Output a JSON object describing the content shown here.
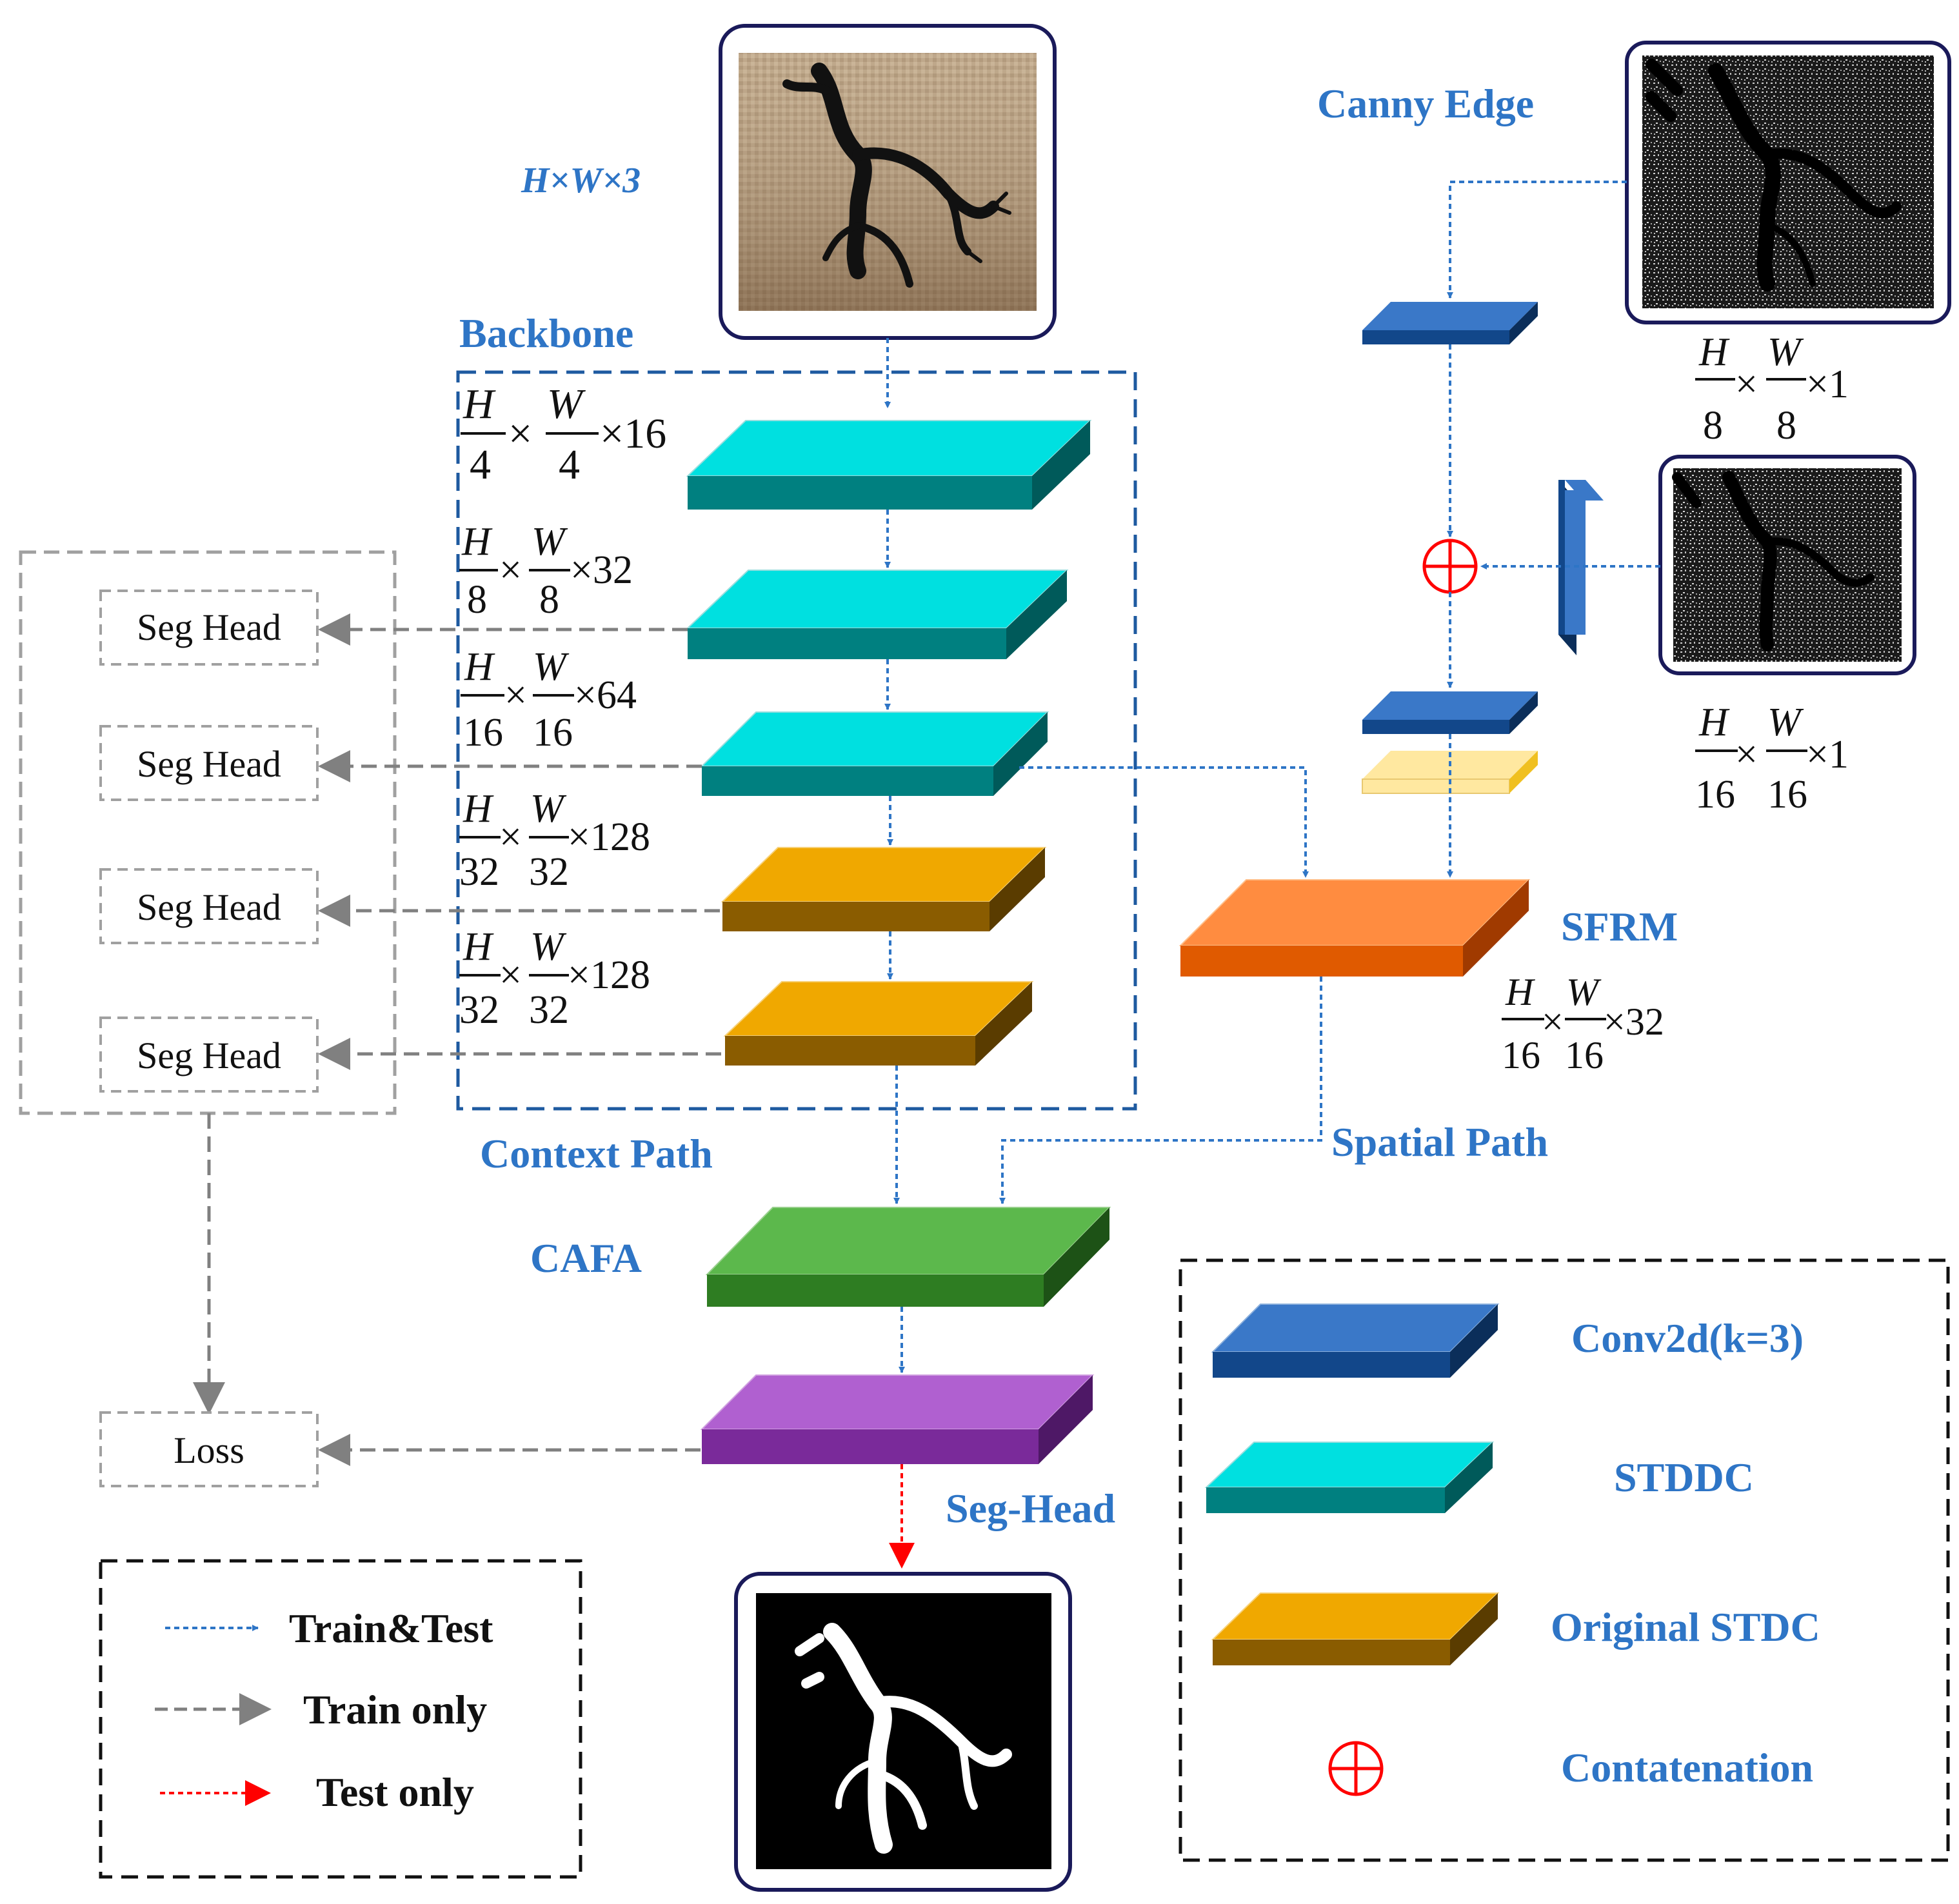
{
  "labels": {
    "input_dim": "H×W×3",
    "backbone": "Backbone",
    "canny_edge": "Canny Edge",
    "context_path": "Context Path",
    "spatial_path": "Spatial Path",
    "cafa": "CAFA",
    "seg_head_out": "Seg-Head",
    "sfrm": "SFRM"
  },
  "seg_heads": [
    "Seg Head",
    "Seg Head",
    "Seg Head",
    "Seg Head"
  ],
  "loss": "Loss",
  "stage_dims": [
    {
      "num1": "H",
      "den1": "4",
      "num2": "W",
      "den2": "4",
      "ch": "×16"
    },
    {
      "num1": "H",
      "den1": "8",
      "num2": "W",
      "den2": "8",
      "ch": "×32"
    },
    {
      "num1": "H",
      "den1": "16",
      "num2": "W",
      "den2": "16",
      "ch": "×64"
    },
    {
      "num1": "H",
      "den1": "32",
      "num2": "W",
      "den2": "32",
      "ch": "×128"
    },
    {
      "num1": "H",
      "den1": "32",
      "num2": "W",
      "den2": "32",
      "ch": "×128"
    }
  ],
  "canny_dims": [
    {
      "num1": "H",
      "den1": "8",
      "num2": "W",
      "den2": "8",
      "ch": "×1"
    },
    {
      "num1": "H",
      "den1": "16",
      "num2": "W",
      "den2": "16",
      "ch": "×1"
    }
  ],
  "sfrm_dim": {
    "num1": "H",
    "den1": "16",
    "num2": "W",
    "den2": "16",
    "ch": "×32"
  },
  "flow_legend": [
    {
      "label": "Train&Test",
      "color": "#2E75C6"
    },
    {
      "label": "Train only",
      "color": "#808080"
    },
    {
      "label": "Test only",
      "color": "#FF0000"
    }
  ],
  "block_legend": [
    {
      "label": "Conv2d(k=3)",
      "kind": "conv"
    },
    {
      "label": "STDDC",
      "kind": "stddc"
    },
    {
      "label": "Original STDC",
      "kind": "stdc"
    },
    {
      "label": "Contatenation",
      "kind": "concat"
    }
  ],
  "colors": {
    "accent_blue": "#2E75C6",
    "conv": "#3A78C8",
    "stddc": "#00E0E0",
    "stdc": "#F0A800",
    "sfrm": "#FF8C40",
    "cafa": "#5CB84C",
    "seg_head_block": "#B060D0",
    "yellow_block": "#FFE8A0",
    "concat": "#FF0000"
  }
}
